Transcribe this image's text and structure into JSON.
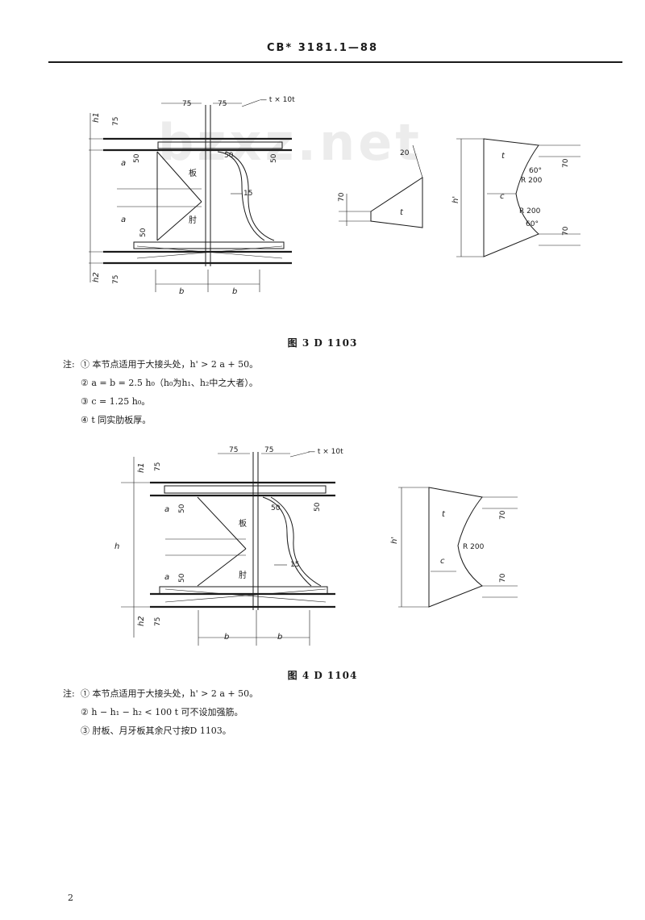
{
  "header": {
    "code": "CB* 3181.1—88"
  },
  "watermark": "bzxz.net",
  "figure3": {
    "caption": "图 3   D 1103",
    "dims": {
      "h1": "h1",
      "h2": "h2",
      "d75a": "75",
      "d75b": "75",
      "d75c": "75",
      "d75d": "75",
      "plate": "— t × 10t",
      "a1": "a",
      "a2": "a",
      "d50a": "50",
      "d50b": "50",
      "d50c": "50",
      "d50d": "50",
      "d15": "15",
      "b1": "b",
      "b2": "b",
      "zhou": "肘",
      "ban": "板",
      "d20": "20",
      "d70a": "70",
      "t1": "t",
      "hprime": "h'",
      "t2": "t",
      "c": "c",
      "r200a": "R 200",
      "r200b": "R 200",
      "ang1": "60°",
      "ang2": "60°",
      "d70b": "70",
      "d70c": "70"
    },
    "notes": [
      {
        "prefix": "注:",
        "num": "①",
        "text": "本节点适用于大接头处，h' > 2 a + 50。"
      },
      {
        "prefix": "",
        "num": "②",
        "text": "a = b = 2.5 h₀（h₀为h₁、h₂中之大者）。"
      },
      {
        "prefix": "",
        "num": "③",
        "text": "c = 1.25 h₀。"
      },
      {
        "prefix": "",
        "num": "④",
        "text": "t 同实肋板厚。"
      }
    ]
  },
  "figure4": {
    "caption": "图 4   D 1104",
    "dims": {
      "h1": "h1",
      "h2": "h2",
      "h": "h",
      "d75a": "75",
      "d75b": "75",
      "d75c": "75",
      "d75d": "75",
      "plate": "— t × 10t",
      "a1": "a",
      "a2": "a",
      "d50a": "50",
      "d50b": "50",
      "d50c": "50",
      "d50d": "50",
      "d15": "15",
      "b1": "b",
      "b2": "b",
      "zhou": "肘",
      "ban": "板",
      "hprime": "h'",
      "t": "t",
      "c": "c",
      "r200": "R 200",
      "d70a": "70",
      "d70b": "70"
    },
    "notes": [
      {
        "prefix": "注:",
        "num": "①",
        "text": "本节点适用于大接头处，h' > 2 a + 50。"
      },
      {
        "prefix": "",
        "num": "②",
        "text": "h − h₁ − h₂ < 100 t 可不设加强筋。"
      },
      {
        "prefix": "",
        "num": "③",
        "text": "肘板、月牙板其余尺寸按D 1103。"
      }
    ]
  },
  "page_number": "2"
}
